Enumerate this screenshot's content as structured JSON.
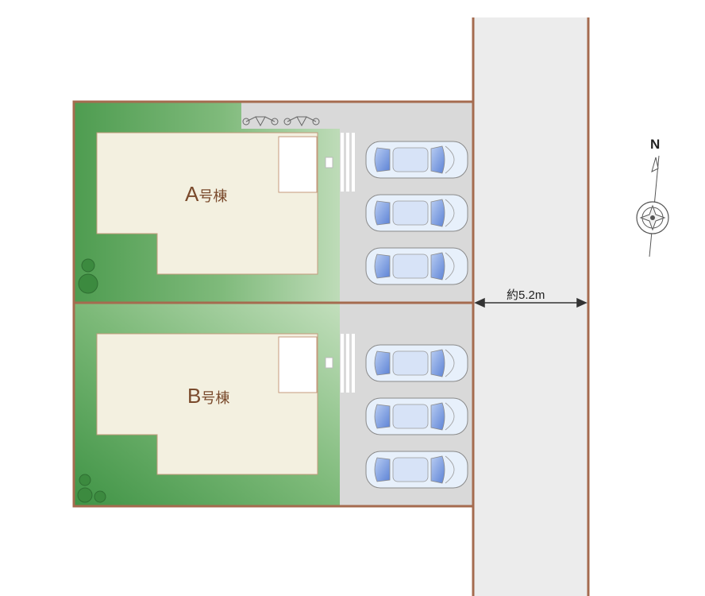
{
  "lots": [
    {
      "name": "A",
      "suffix": "号棟"
    },
    {
      "name": "B",
      "suffix": "号棟"
    }
  ],
  "road": {
    "width_label": "約5.2m"
  },
  "compass": {
    "north_label": "N"
  },
  "parking": {
    "spaces_per_lot": 3
  },
  "colors": {
    "lot_border": "#a56b4f",
    "lawn": "#4f9e51",
    "building": "#f3f0e0",
    "paving": "#d9d9d9",
    "road": "#ededed",
    "car": "#e7f0fb"
  }
}
